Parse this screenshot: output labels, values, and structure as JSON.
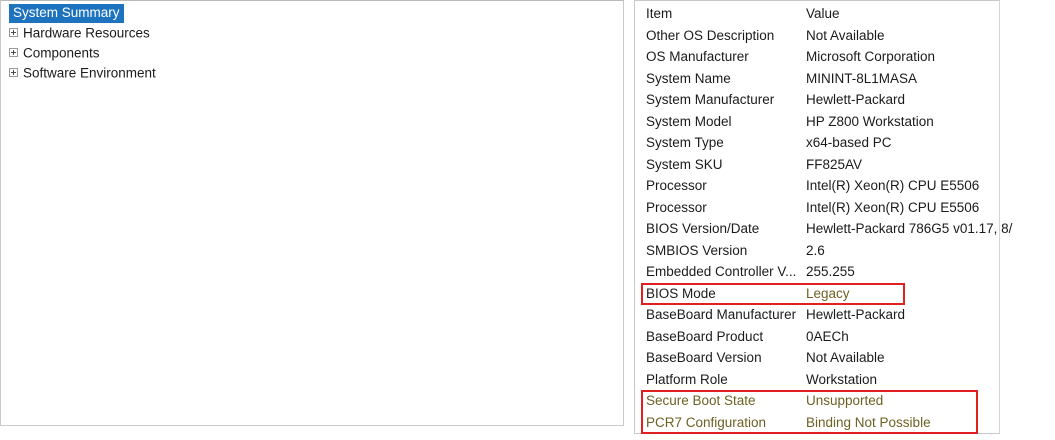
{
  "tree": {
    "name": "system-information-tree",
    "selected_node": "System Summary",
    "nodes": [
      {
        "label": "System Summary",
        "expandable": false,
        "selected": true
      },
      {
        "label": "Hardware Resources",
        "expandable": true,
        "selected": false
      },
      {
        "label": "Components",
        "expandable": true,
        "selected": false
      },
      {
        "label": "Software Environment",
        "expandable": true,
        "selected": false
      }
    ],
    "expander_icon": "plus-box-icon"
  },
  "detail": {
    "columns": [
      "Item",
      "Value"
    ],
    "rows": [
      {
        "item": "Item",
        "value": "Value",
        "header": true,
        "highlight": false
      },
      {
        "item": "Other OS Description",
        "value": "Not Available",
        "highlight": false
      },
      {
        "item": "OS Manufacturer",
        "value": "Microsoft Corporation",
        "highlight": false
      },
      {
        "item": "System Name",
        "value": "MININT-8L1MASA",
        "highlight": false
      },
      {
        "item": "System Manufacturer",
        "value": "Hewlett-Packard",
        "highlight": false
      },
      {
        "item": "System Model",
        "value": "HP Z800 Workstation",
        "highlight": false
      },
      {
        "item": "System Type",
        "value": "x64-based PC",
        "highlight": false
      },
      {
        "item": "System SKU",
        "value": "FF825AV",
        "highlight": false
      },
      {
        "item": "Processor",
        "value": "Intel(R) Xeon(R) CPU          E5506",
        "highlight": false
      },
      {
        "item": "Processor",
        "value": "Intel(R) Xeon(R) CPU          E5506",
        "highlight": false
      },
      {
        "item": "BIOS Version/Date",
        "value": "Hewlett-Packard 786G5 v01.17, 8/",
        "highlight": false
      },
      {
        "item": "SMBIOS Version",
        "value": "2.6",
        "highlight": false
      },
      {
        "item": "Embedded Controller V...",
        "value": "255.255",
        "highlight": false
      },
      {
        "item": "BIOS Mode",
        "value": "Legacy",
        "highlight": true
      },
      {
        "item": "BaseBoard Manufacturer",
        "value": "Hewlett-Packard",
        "highlight": false
      },
      {
        "item": "BaseBoard Product",
        "value": "0AECh",
        "highlight": false
      },
      {
        "item": "BaseBoard Version",
        "value": "Not Available",
        "highlight": false
      },
      {
        "item": "Platform Role",
        "value": "Workstation",
        "highlight": false
      },
      {
        "item": "Secure Boot State",
        "value": "Unsupported",
        "highlight": true
      },
      {
        "item": "PCR7 Configuration",
        "value": "Binding Not Possible",
        "highlight": true
      }
    ]
  },
  "annotations": {
    "box_color": "#e02020",
    "boxes": [
      {
        "name": "bios-mode-callout",
        "target": "BIOS Mode"
      },
      {
        "name": "secure-boot-callout",
        "target": "Secure Boot State / PCR7 Configuration"
      }
    ]
  },
  "colors": {
    "selection_blue": "#1e73be",
    "selection_text": "#ffffff",
    "text": "#1b1b1b",
    "highlight_text": "#6d6123",
    "panel_border": "#c8c8c8"
  }
}
